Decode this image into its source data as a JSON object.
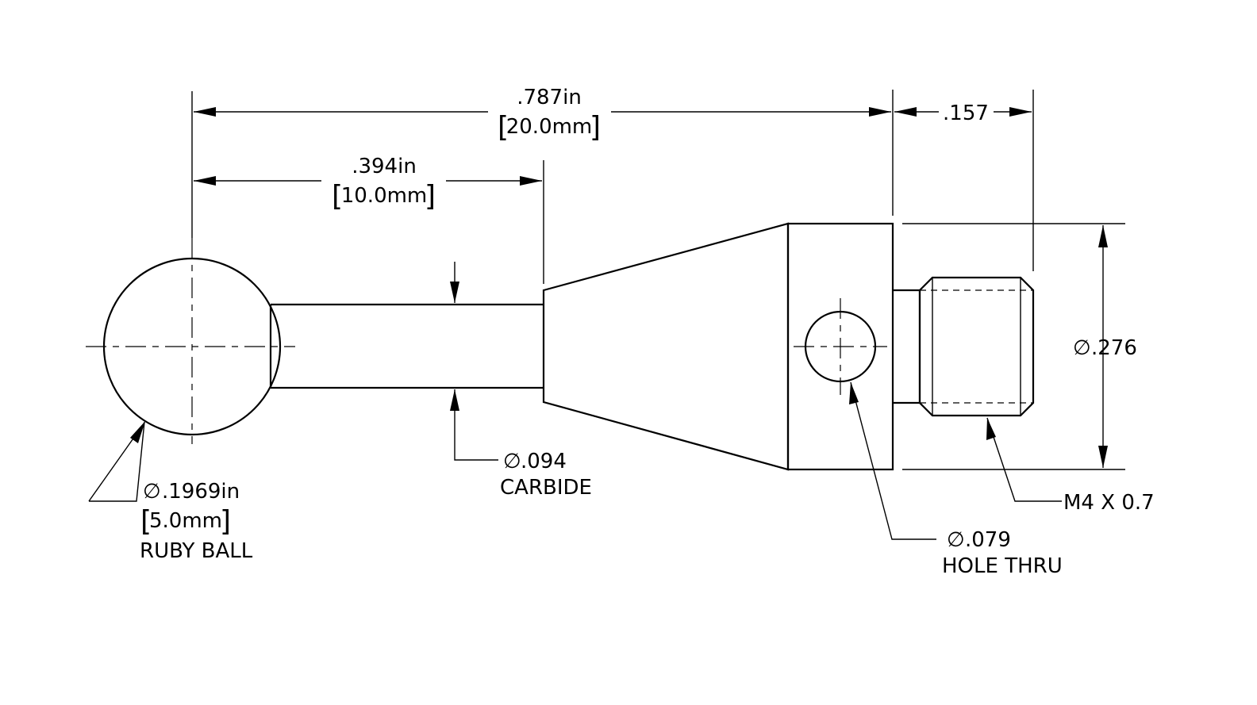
{
  "dimensions": {
    "overall_in": ".787in",
    "overall_mm": "20.0mm",
    "stem_in": ".394in",
    "stem_mm": "10.0mm",
    "thread_length": ".157",
    "body_diameter": ".276"
  },
  "callouts": {
    "ball": {
      "diameter": ".1969in",
      "metric": "5.0mm",
      "material": "RUBY BALL"
    },
    "stem": {
      "diameter": ".094",
      "material": "CARBIDE"
    },
    "hole": {
      "diameter": ".079",
      "note": "HOLE THRU"
    },
    "thread": {
      "spec": "M4 X 0.7"
    }
  },
  "symbols": {
    "diameter": "∅",
    "bracket_open": "[",
    "bracket_close": "]"
  }
}
